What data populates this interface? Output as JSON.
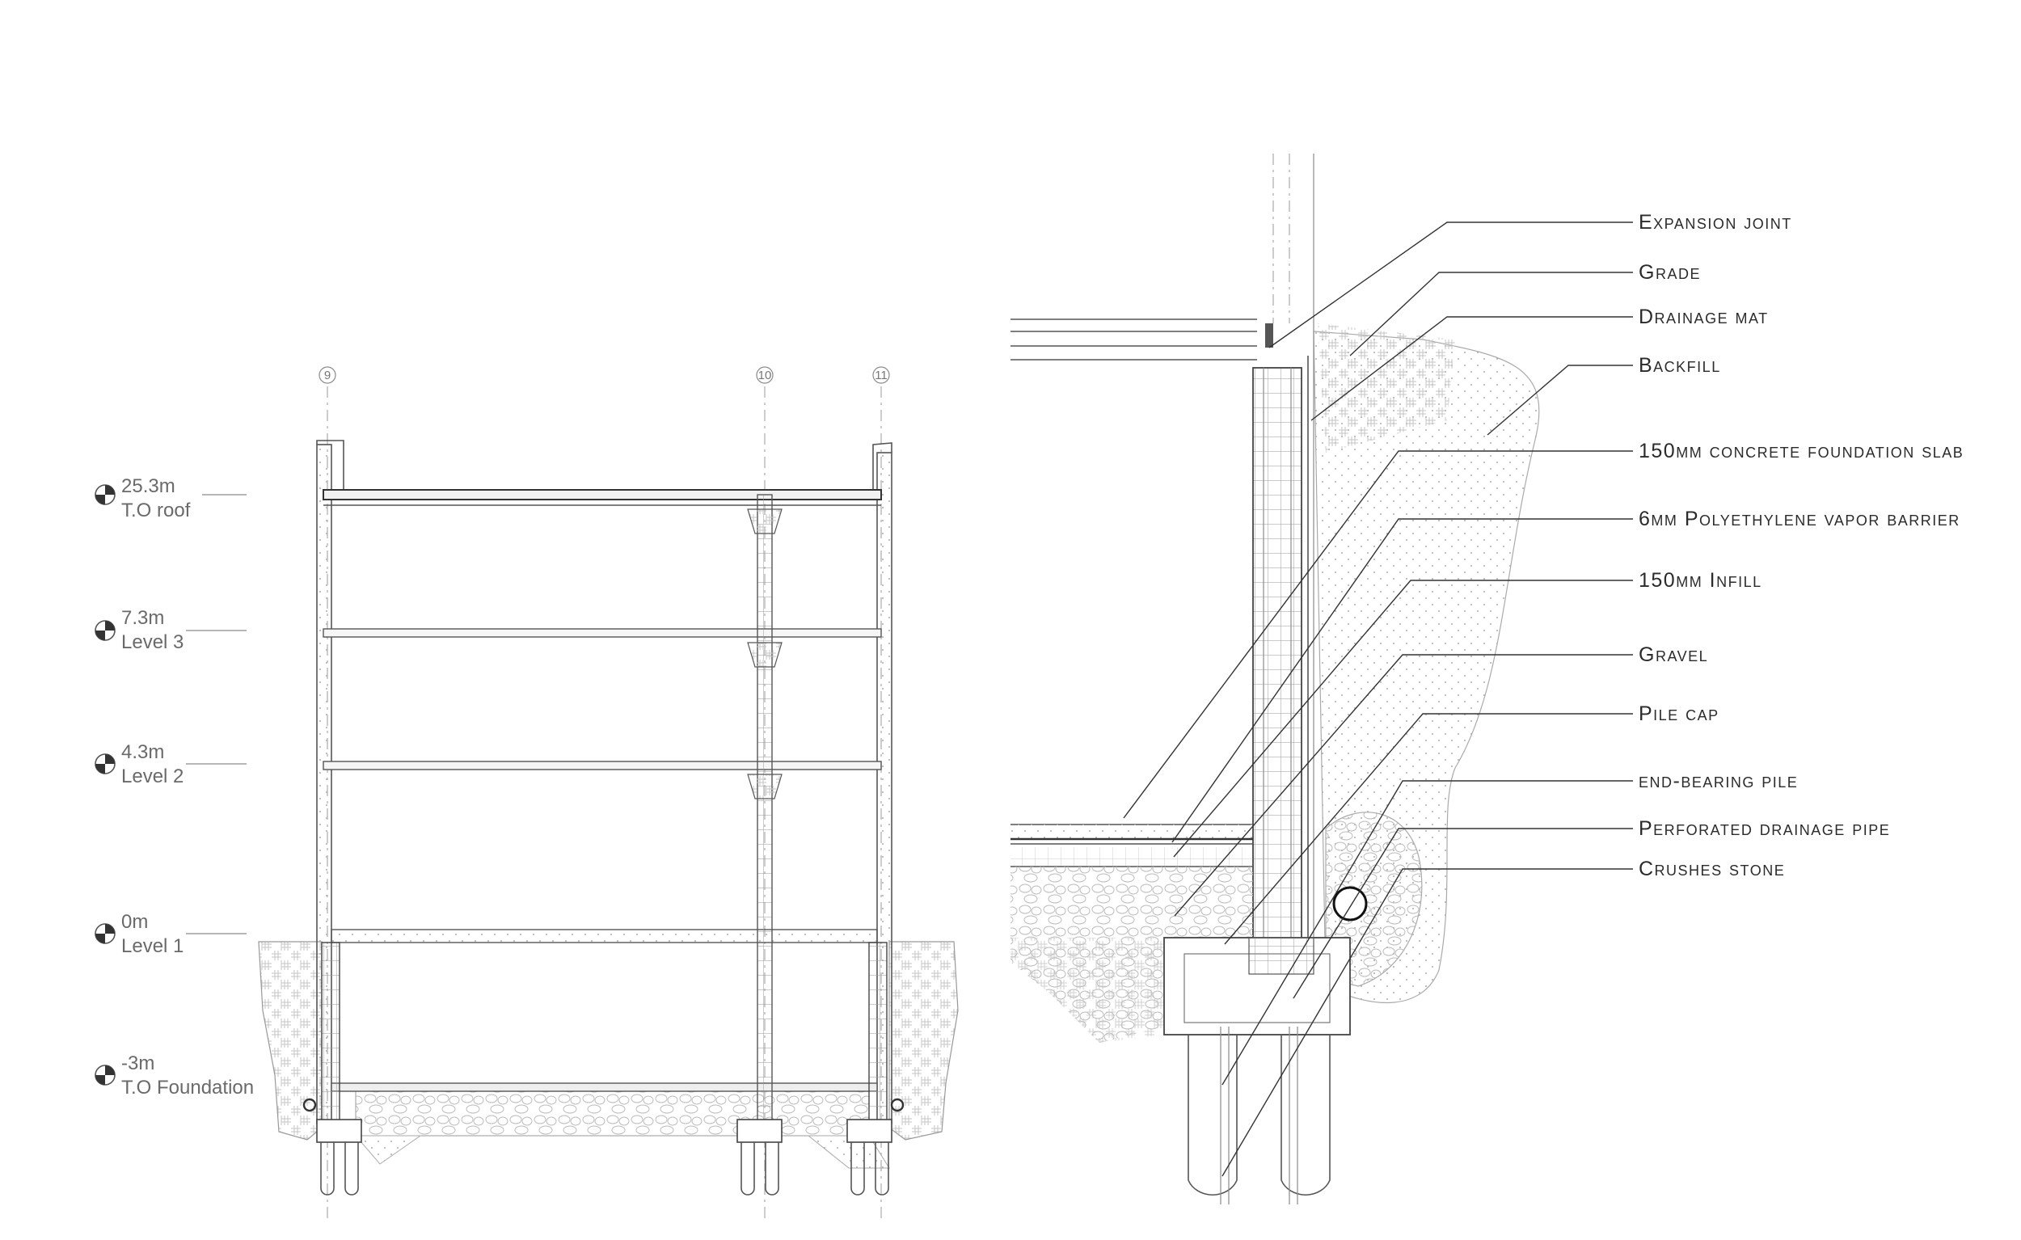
{
  "section": {
    "grid_lines": [
      "9",
      "10",
      "11"
    ],
    "levels": [
      {
        "value": "25.3m",
        "name": "T.O roof"
      },
      {
        "value": "7.3m",
        "name": "Level 3"
      },
      {
        "value": "4.3m",
        "name": "Level 2"
      },
      {
        "value": "0m",
        "name": "Level 1"
      },
      {
        "value": "-3m",
        "name": "T.O Foundation"
      }
    ]
  },
  "detail": {
    "callouts": [
      "Expansion joint",
      "Grade",
      "Drainage mat",
      "Backfill",
      "150mm concrete foundation slab",
      "6mm Polyethylene vapor barrier",
      "150mm Infill",
      "Gravel",
      "Pile cap",
      "end-bearing pile",
      "Perforated drainage pipe",
      "Crushes stone"
    ]
  }
}
